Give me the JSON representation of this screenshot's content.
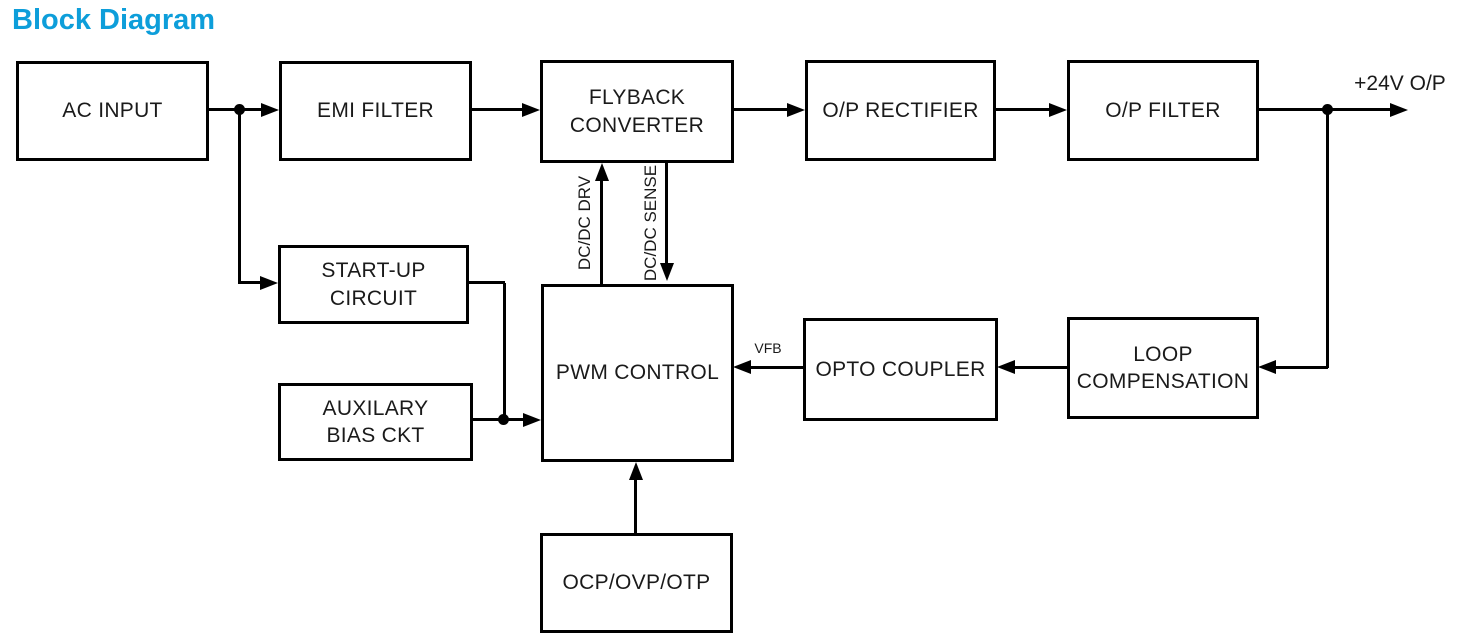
{
  "page": {
    "title": "Block Diagram",
    "title_color": "#0D9EDA",
    "background_color": "#FFFFFF",
    "line_color": "#000000"
  },
  "diagram": {
    "nodes": [
      {
        "id": "ac-input",
        "label": "AC INPUT"
      },
      {
        "id": "emi-filter",
        "label": "EMI FILTER"
      },
      {
        "id": "flyback-converter",
        "label": "FLYBACK\nCONVERTER"
      },
      {
        "id": "op-rectifier",
        "label": "O/P RECTIFIER"
      },
      {
        "id": "op-filter",
        "label": "O/P FILTER"
      },
      {
        "id": "start-up-circuit",
        "label": "START-UP\nCIRCUIT"
      },
      {
        "id": "auxilary-bias-ckt",
        "label": "AUXILARY\nBIAS CKT"
      },
      {
        "id": "pwm-control",
        "label": "PWM CONTROL"
      },
      {
        "id": "ocp-ovp-otp",
        "label": "OCP/OVP/OTP"
      },
      {
        "id": "opto-coupler",
        "label": "OPTO COUPLER"
      },
      {
        "id": "loop-compensation",
        "label": "LOOP\nCOMPENSATION"
      }
    ],
    "signal_labels": {
      "dcdc_drv": "DC/DC DRV",
      "dcdc_sense": "DC/DC SENSE",
      "vfb": "VFB",
      "output": "+24V O/P"
    }
  }
}
